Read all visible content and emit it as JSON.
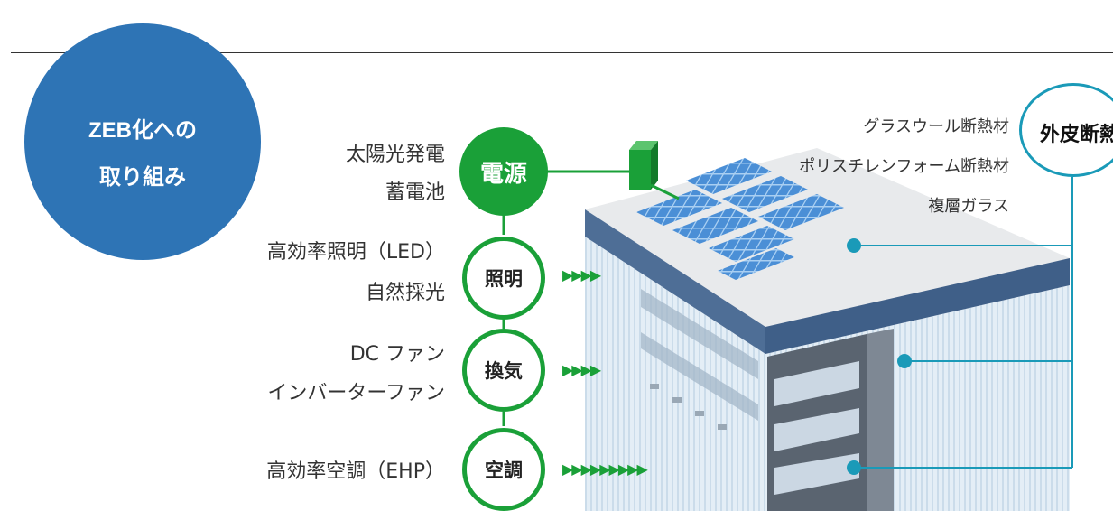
{
  "badge": {
    "line1": "ZEB化への",
    "line2": "取り組み"
  },
  "power": {
    "title": "電源",
    "labels": [
      "太陽光発電",
      "蓄電池"
    ]
  },
  "lighting": {
    "title": "照明",
    "labels": [
      "高効率照明（LED）",
      "自然採光"
    ]
  },
  "ventilation": {
    "title": "換気",
    "labels": [
      "DC ファン",
      "インバーターファン"
    ]
  },
  "aircon": {
    "title": "空調",
    "labels": [
      "高効率空調（EHP）"
    ]
  },
  "envelope": {
    "title": "外皮断熱",
    "labels": [
      "グラスウール断熱材",
      "ポリスチレンフォーム断熱材",
      "複層ガラス"
    ]
  },
  "colors": {
    "green": "#1aa038",
    "blue_badge": "#2e74b5",
    "cyan_line": "#1a9ab8"
  }
}
